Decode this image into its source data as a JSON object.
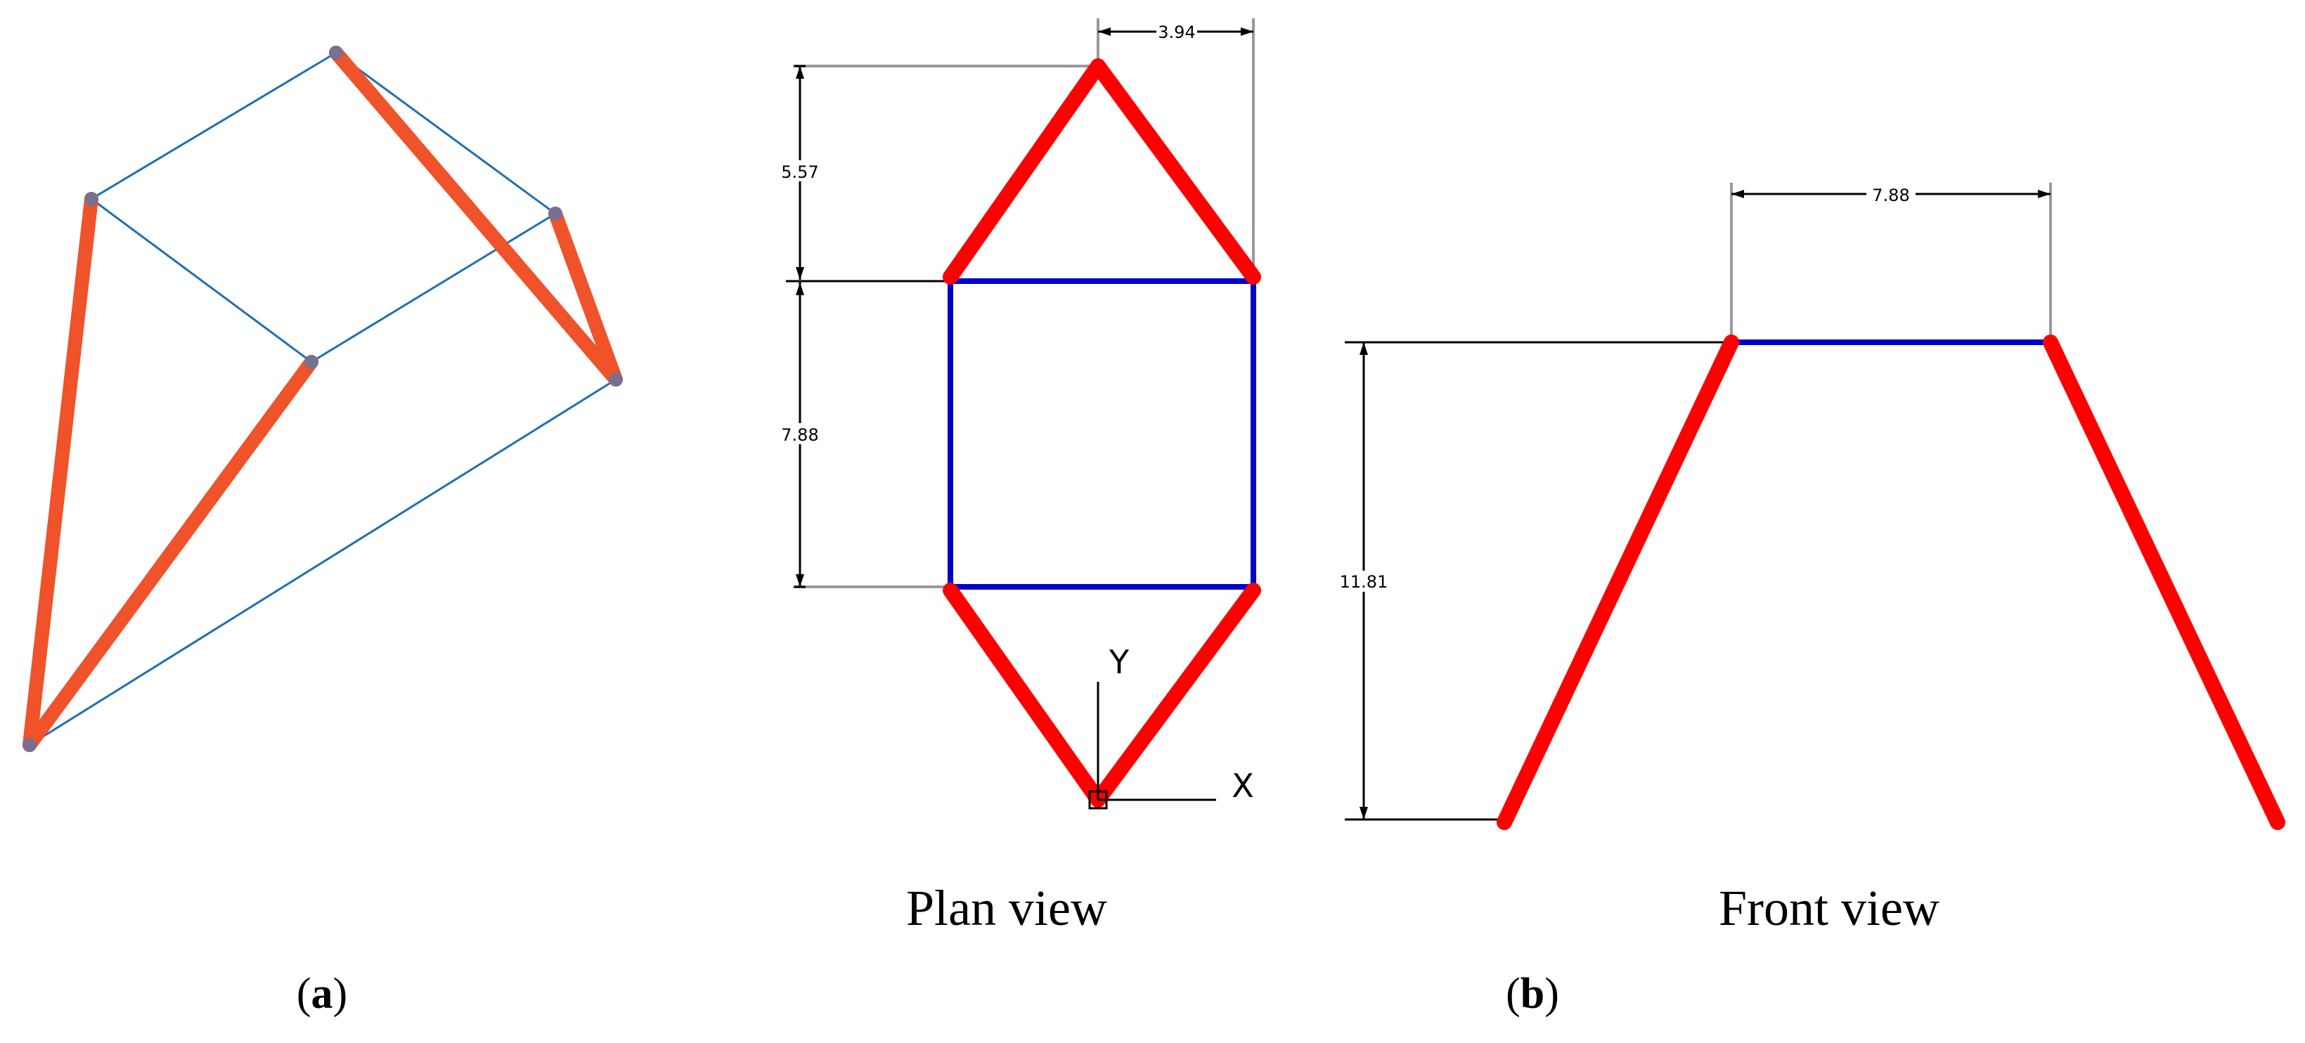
{
  "colors": {
    "member_red": "#ff0000",
    "member_orange": "#f0522a",
    "cable_blue": "#1f6fb2",
    "frame_blue": "#0000cc",
    "dim_black": "#000000",
    "dim_gray": "#9a9a9a",
    "node_fill": "#7a6f8e"
  },
  "plan_view": {
    "caption": "Plan view",
    "dim_top": "3.94",
    "dim_upper": "5.57",
    "dim_middle": "7.88",
    "axis_y": "Y",
    "axis_x": "X"
  },
  "front_view": {
    "caption": "Front view",
    "dim_top": "7.88",
    "dim_height": "11.81"
  },
  "labels": {
    "a_open": "(",
    "a_letter": "a",
    "a_close": ")",
    "b_open": "(",
    "b_letter": "b",
    "b_close": ")"
  }
}
